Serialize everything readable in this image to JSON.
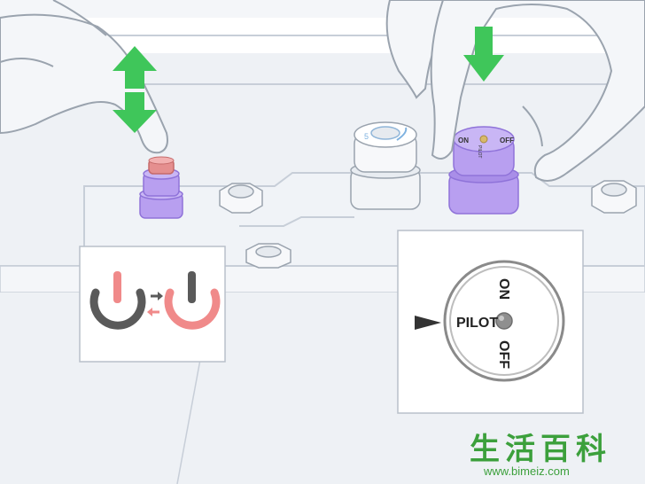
{
  "colors": {
    "background": "#ffffff",
    "panel": "#eef1f5",
    "panel_line": "#c7ced8",
    "hand": "#f4f6f9",
    "hand_line": "#9aa3ae",
    "purple": "#b89ff0",
    "purple_dark": "#8f73d9",
    "red_button": "#e58f8f",
    "green_arrow": "#3fc65a",
    "power_grey": "#5a5a5a",
    "power_pink": "#f08a8a",
    "knob_white": "#f2f4f7",
    "watermark_green": "#3ca03c",
    "pilot_dot": "#888888"
  },
  "knob": {
    "label_on": "ON",
    "label_off": "OFF",
    "label_pilot": "PILOT"
  },
  "gas_knob_small": {
    "label_on": "ON",
    "label_off": "OFF",
    "label_pilot": "PILOT"
  },
  "thermostat_dial": {
    "label_number": "5"
  },
  "watermark": {
    "chinese": "生活百科",
    "url": "www.bimeiz.com"
  },
  "icons": {
    "toggle_inset": "power-toggle-icon",
    "dial_inset": "pilot-dial-icon",
    "arrow_updown": "up-down-arrow-icon",
    "arrow_down": "down-arrow-icon"
  }
}
